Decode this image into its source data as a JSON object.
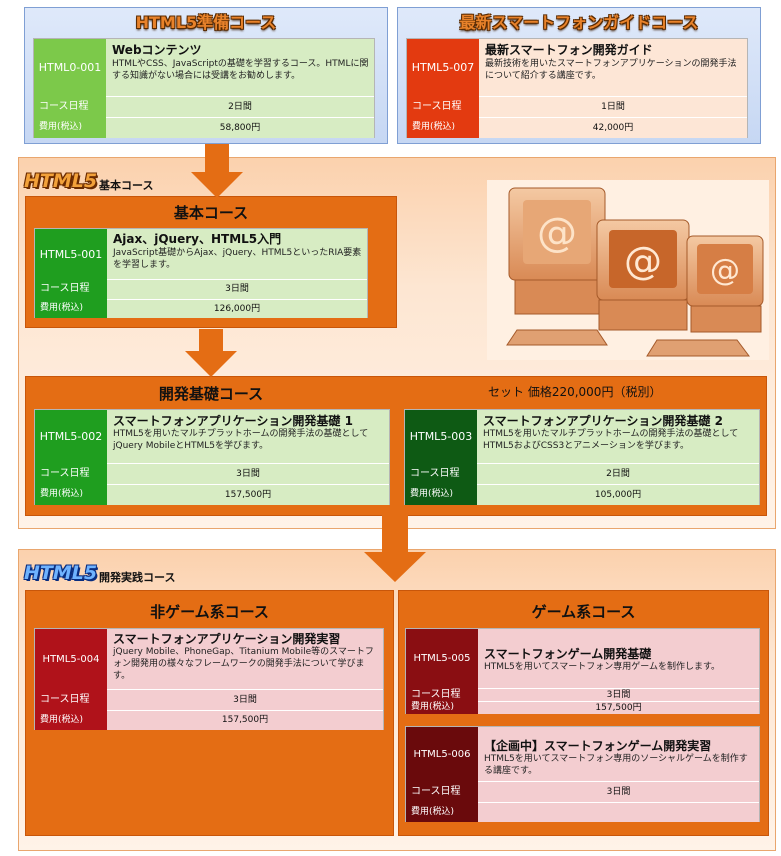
{
  "colors": {
    "orange": "#e46d14",
    "green_dark": "#2a8e2a",
    "green_light": "#d7ecc3",
    "red": "#e33a10",
    "red_light": "#fde6d6",
    "maroon": "#b0121a",
    "maroon_light": "#f3cdd0",
    "blue_panel": "#c6d7f3"
  },
  "labels": {
    "schedule": "コース日程",
    "fee": "費用(税込)"
  },
  "top_left": {
    "title": "HTML5準備コース",
    "course": {
      "code": "HTML0-001",
      "name": "Webコンテンツ",
      "desc": "HTMLやCSS、JavaScriptの基礎を学習するコース。HTMLに関する知識がない場合には受講をお勧めします。",
      "schedule": "2日間",
      "fee": "58,800円"
    }
  },
  "top_right": {
    "title": "最新スマートフォンガイドコース",
    "course": {
      "code": "HTML5-007",
      "name": "最新スマートフォン開発ガイド",
      "desc": "最新技術を用いたスマートフォンアプリケーションの開発手法について紹介する講座です。",
      "schedule": "1日間",
      "fee": "42,000円"
    }
  },
  "basic_section": {
    "logo": "HTML5",
    "label": "基本コース",
    "box_title": "基本コース",
    "course": {
      "code": "HTML5-001",
      "name": "Ajax、jQuery、HTML5入門",
      "desc": "JavaScript基礎からAjax、jQuery、HTML5といったRIA要素を学習します。",
      "schedule": "3日間",
      "fee": "126,000円"
    },
    "dev_title": "開発基礎コース",
    "set_price": "セット 価格220,000円（税別）",
    "dev1": {
      "code": "HTML5-002",
      "name": "スマートフォンアプリケーション開発基礎 1",
      "desc": "HTML5を用いたマルチプラットホームの開発手法の基礎としてjQuery MobileとHTML5を学びます。",
      "schedule": "3日間",
      "fee": "157,500円"
    },
    "dev2": {
      "code": "HTML5-003",
      "name": "スマートフォンアプリケーション開発基礎 2",
      "desc": "HTML5を用いたマルチプラットホームの開発手法の基礎としてHTML5およびCSS3とアニメーションを学びます。",
      "schedule": "2日間",
      "fee": "105,000円"
    },
    "image_icons": [
      "at-sign-icon",
      "at-sign-icon",
      "at-sign-icon"
    ]
  },
  "practice_section": {
    "logo": "HTML5",
    "label": "開発実践コース",
    "nongame_title": "非ゲーム系コース",
    "game_title": "ゲーム系コース",
    "c004": {
      "code": "HTML5-004",
      "name": "スマートフォンアプリケーション開発実習",
      "desc": "jQuery Mobile、PhoneGap、Titanium Mobile等のスマートフォン開発用の様々なフレームワークの開発手法について学びます。",
      "schedule": "3日間",
      "fee": "157,500円"
    },
    "c005": {
      "code": "HTML5-005",
      "name": "スマートフォンゲーム開発基礎",
      "desc": "HTML5を用いてスマートフォン専用ゲームを制作します。",
      "schedule": "3日間",
      "fee": "157,500円"
    },
    "c006": {
      "code": "HTML5-006",
      "name": "【企画中】スマートフォンゲーム開発実習",
      "desc": "HTML5を用いてスマートフォン専用のソーシャルゲームを制作する講座です。",
      "schedule": "3日間",
      "fee": ""
    }
  }
}
